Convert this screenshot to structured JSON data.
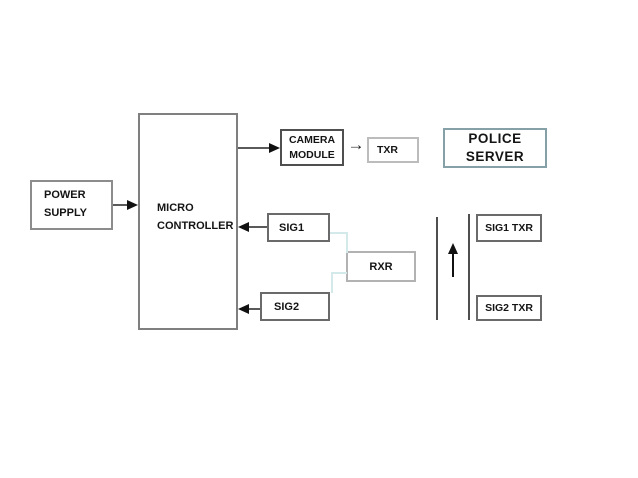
{
  "diagram": {
    "nodes": {
      "power_supply": {
        "lines": [
          "POWER",
          "SUPPLY"
        ]
      },
      "micro_controller": {
        "lines": [
          "MICRO",
          "CONTROLLER"
        ]
      },
      "camera_module": {
        "lines": [
          "CAMERA",
          "MODULE"
        ]
      },
      "txr": {
        "label": "TXR"
      },
      "police_server": {
        "lines": [
          "POLICE",
          "SERVER"
        ]
      },
      "sig1": {
        "label": "SIG1"
      },
      "rxr": {
        "label": "RXR"
      },
      "sig2": {
        "label": "SIG2"
      },
      "sig1_txr": {
        "label": "SIG1 TXR"
      },
      "sig2_txr": {
        "label": "SIG2 TXR"
      }
    },
    "icons": {
      "arrow_right_glyph": "→"
    },
    "connections": [
      {
        "from": "power_supply",
        "to": "micro_controller",
        "style": "arrow-right"
      },
      {
        "from": "micro_controller",
        "to": "camera_module",
        "style": "arrow-right"
      },
      {
        "from": "camera_module",
        "to": "txr",
        "style": "thin-arrow-right"
      },
      {
        "from": "sig1",
        "to": "micro_controller",
        "style": "arrow-left"
      },
      {
        "from": "sig2",
        "to": "micro_controller",
        "style": "arrow-left"
      },
      {
        "from": "sig1",
        "to": "rxr",
        "style": "teal-elbow"
      },
      {
        "from": "rxr",
        "to": "sig2",
        "style": "teal-elbow"
      },
      {
        "from": "sig2_txr_lane",
        "to": "sig1_txr_lane",
        "style": "arrow-up"
      }
    ],
    "colors": {
      "background": "#ffffff",
      "box_border": "#7a7a7a",
      "police_server_border": "#86a0a8",
      "connector_line": "#5a5a5a",
      "teal_connector": "#d4eaea",
      "arrowhead": "#111111",
      "text": "#141414"
    }
  }
}
